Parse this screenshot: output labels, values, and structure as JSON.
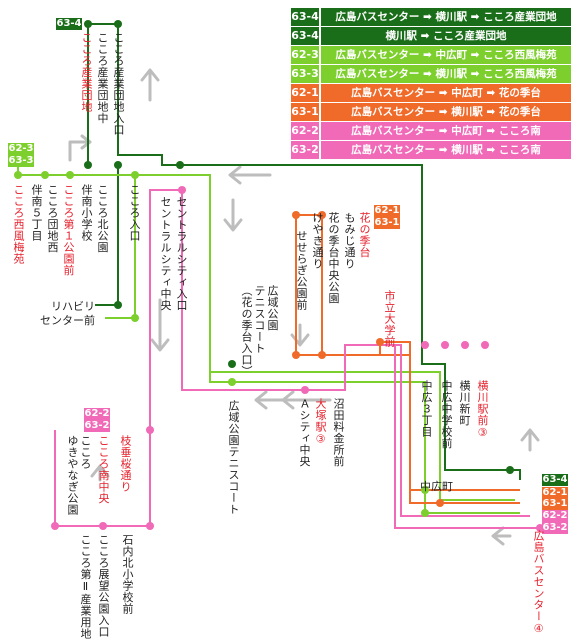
{
  "colors": {
    "dkgreen": "#1a6e1a",
    "green": "#7ccf2c",
    "orange": "#f06a2a",
    "pink": "#f06ab8",
    "red": "#e6222e",
    "gray": "#bdbdbd"
  },
  "legend": [
    {
      "code": "63-4",
      "desc": "広島バスセンター ➡ 横川駅 ➡ こころ産業団地",
      "color": "#1a6e1a"
    },
    {
      "code": "63-4",
      "desc": "横川駅 ➡ こころ産業団地",
      "color": "#1a6e1a"
    },
    {
      "code": "62-3",
      "desc": "広島バスセンター ➡ 中広町 ➡ こころ西風梅苑",
      "color": "#7ccf2c"
    },
    {
      "code": "63-3",
      "desc": "広島バスセンター ➡ 横川駅 ➡ こころ西風梅苑",
      "color": "#7ccf2c"
    },
    {
      "code": "62-1",
      "desc": "広島バスセンター ➡ 中広町 ➡ 花の季台",
      "color": "#f06a2a"
    },
    {
      "code": "63-1",
      "desc": "広島バスセンター ➡ 横川駅 ➡ 花の季台",
      "color": "#f06a2a"
    },
    {
      "code": "62-2",
      "desc": "広島バスセンター ➡ 中広町 ➡ こころ南",
      "color": "#f06ab8"
    },
    {
      "code": "63-2",
      "desc": "広島バスセンター ➡ 横川駅 ➡ こころ南",
      "color": "#f06ab8"
    }
  ],
  "route_tags": {
    "top_634": "63-4",
    "left_623": "62-3",
    "left_633": "63-3",
    "hana_621": "62-1",
    "hana_631": "63-1",
    "south_622": "62-2",
    "south_632": "63-2",
    "right_634": "63-4",
    "right_621": "62-1",
    "right_631": "63-1",
    "right_622": "62-2",
    "right_632": "63-2"
  },
  "stops": {
    "sangyo_iriguchi": "こころ産業団地入口",
    "sangyo_naka": "こころ産業団地中",
    "sangyo": "こころ産業団地",
    "seifu": "こころ西風梅苑",
    "tomonami5": "伴南５丁目",
    "danchi_nishi": "こころ団地西",
    "dai1_koen": "こころ第１公園前",
    "tomonami_shogakko": "伴南小学校",
    "kita_koen": "こころ北公園",
    "kokoro_iriguchi": "こころ入口",
    "rehab": "リハビリ\nセンター前",
    "central_iriguchi": "セントラルシティ入口",
    "central_naka": "セントラルシティ中央",
    "kouiki_tennis": "広域公園\nテニスコート\n（花の季台入口）",
    "hananokidai": "花の季台",
    "momiji": "もみじ通り",
    "hananoki_koen": "花の季台中央公園",
    "keyaki": "けやき通り",
    "seseragi": "せせらぎ公園前",
    "shiritsu_daigaku": "市立大学前",
    "kouiki_tennis2": "広域公園テニスコート",
    "a_city": "Ａシティ中央",
    "otsuka": "大塚駅③",
    "numata": "沼田料金所前",
    "nakahiro3": "中広３丁目",
    "chugakko": "中広中学校前",
    "yokogawa_shin": "横川新町",
    "yokogawa_eki": "横川駅前③",
    "nakahiromachi": "中広町",
    "bus_center": "広島バスセンター④",
    "kokoro_minami_naka": "こころ南中央",
    "yukiyanagi": "こころ\nゆきやなぎ公園",
    "shidare": "枝垂桜通り",
    "tenbo": "こころ展望公園入口",
    "dai2_sangyo": "こころ第Ⅱ産業用地",
    "ishiuchi": "石内北小学校前"
  }
}
